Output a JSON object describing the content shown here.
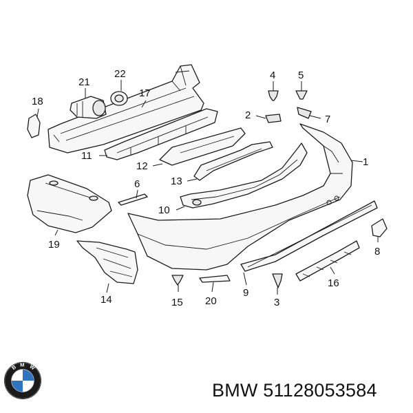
{
  "diagram": {
    "callouts": [
      "1",
      "2",
      "3",
      "4",
      "5",
      "6",
      "7",
      "8",
      "9",
      "10",
      "11",
      "12",
      "13",
      "14",
      "15",
      "16",
      "17",
      "18",
      "19",
      "20",
      "21",
      "22"
    ]
  },
  "footer": {
    "brand": "BMW",
    "part_number": "51128053584"
  },
  "colors": {
    "logo_blue": "#2f74c0",
    "logo_ring": "#1b1b1b"
  }
}
